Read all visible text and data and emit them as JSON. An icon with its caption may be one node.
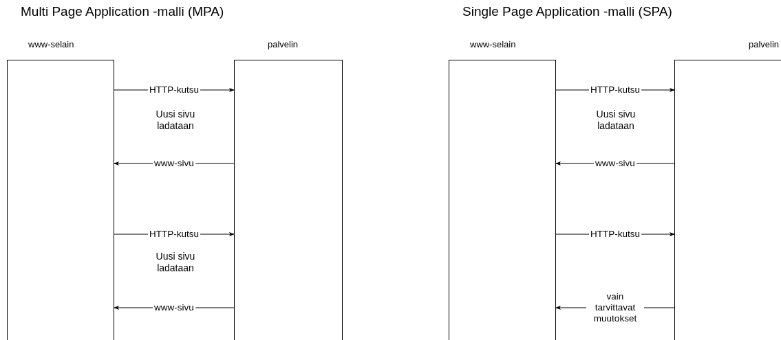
{
  "diagram": {
    "nodes": [
      {
        "text": [
          "www-selain"
        ]
      },
      {
        "text": [
          "palvelin"
        ]
      },
      {
        "text": [
          "www-selain"
        ]
      },
      {
        "text": [
          "palvelin"
        ]
      }
    ],
    "edges": [
      {
        "from": 0,
        "to": 1,
        "arrow": "to",
        "label": "HTTP-kutsu"
      },
      {
        "from": 1,
        "to": 0,
        "arrow": "to",
        "label": "www-sivu"
      },
      {
        "from": 0,
        "to": 1,
        "arrow": "to",
        "label": "HTTP-kutsu"
      },
      {
        "from": 1,
        "to": 0,
        "arrow": "to",
        "label": "www-sivu"
      },
      {
        "from": 2,
        "to": 3,
        "arrow": "to",
        "label": "HTTP-kutsu"
      },
      {
        "from": 3,
        "to": 2,
        "arrow": "to",
        "label": "www-sivu"
      },
      {
        "from": 2,
        "to": 3,
        "arrow": "to",
        "label": "HTTP-kutsu"
      },
      {
        "from": 3,
        "to": 2,
        "arrow": "to",
        "label": "vain tarvittavat muutokset"
      }
    ],
    "labels": [
      "Multi Page Application -malli (MPA)",
      "Single Page Application -malli (SPA)",
      "Uusi sivu ladataan",
      "Uusi sivu ladataan",
      "Uusi sivu ladataan"
    ]
  }
}
